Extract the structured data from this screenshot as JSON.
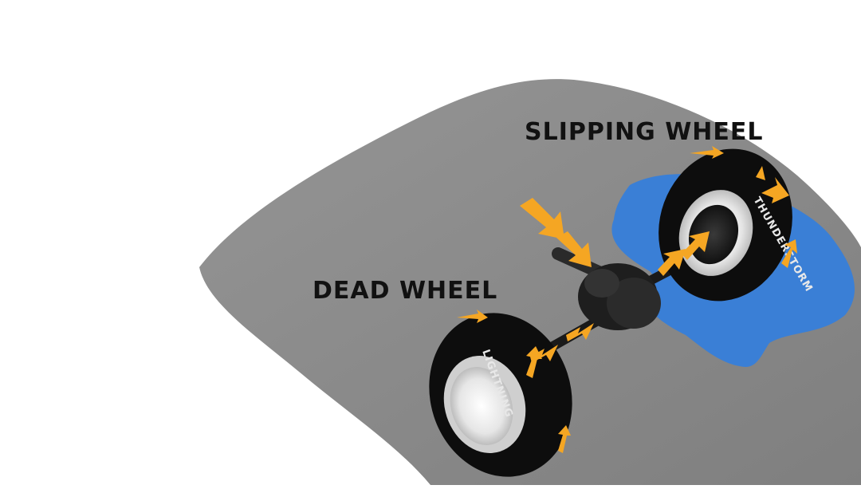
{
  "labels": {
    "slipping_wheel": "SLIPPING WHEEL",
    "dead_wheel": "DEAD WHEEL"
  },
  "tires": {
    "near_brand": "LIGHTNING",
    "far_brand": "THUNDERSTORM"
  },
  "colors": {
    "ground": "#8a8a8a",
    "water": "#3a7fd6",
    "arrow": "#f5a623",
    "tire": "#0d0d0d",
    "label": "#111111"
  },
  "icons": [
    "arrow-icon"
  ]
}
